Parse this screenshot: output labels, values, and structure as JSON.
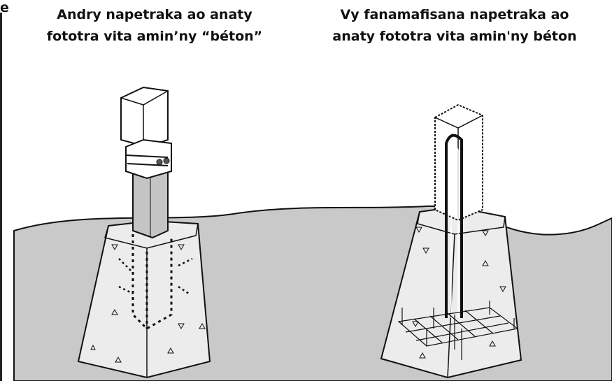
{
  "titles": {
    "left": {
      "line1": "Andry napetraka ao anaty",
      "line2": "fototra vita amin’ny “béton”"
    },
    "right": {
      "line1": "Vy fanamafisana napetraka ao",
      "line2": "anaty fototra vita amin'ny béton"
    },
    "edge_fragment": "e"
  },
  "colors": {
    "ground": "#c9c9c9",
    "concrete": "#ececec",
    "post": "#c4c4c4",
    "stroke": "#111111"
  },
  "icons": {
    "left": "column-steel-bracket-footing",
    "right": "column-rebar-cage-footing"
  }
}
